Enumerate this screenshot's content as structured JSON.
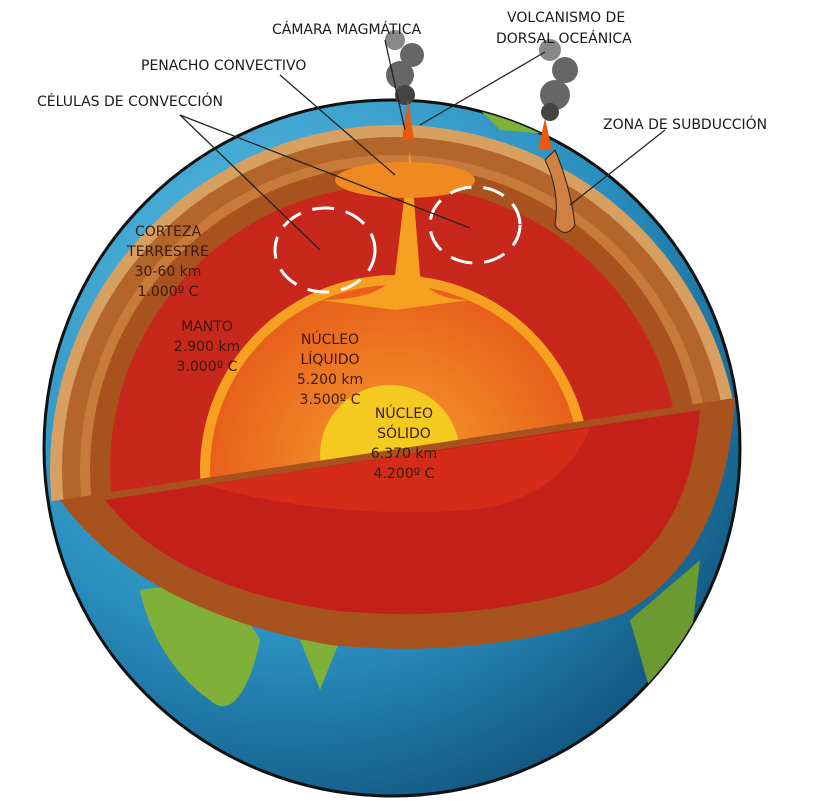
{
  "labels": {
    "camara": "CÁMARA MAGMÁTICA",
    "volcanismo_1": "VOLCANISMO DE",
    "volcanismo_2": "DORSAL OCEÁNICA",
    "penacho": "PENACHO CONVECTIVO",
    "celulas": "CÉLULAS DE CONVECCIÓN",
    "subduccion": "ZONA DE SUBDUCCIÓN"
  },
  "layers": {
    "corteza": [
      "CORTEZA",
      "TERRESTRE",
      "30-60 km",
      "1.000º C"
    ],
    "manto": [
      "MANTO",
      "2.900 km",
      "3.000º C"
    ],
    "nucleo_liquido": [
      "NÚCLEO",
      "LÍQUIDO",
      "5.200 km",
      "3.500º C"
    ],
    "nucleo_solido": [
      "NÚCLEO",
      "SÓLIDO",
      "6.370 km",
      "4.200º C"
    ]
  },
  "colors": {
    "ocean": "#2a8fbf",
    "land": "#7fb03a",
    "crust": "#b4652a",
    "mantle": "#c8281c",
    "outer_core": "#f07a1a",
    "inner_core": "#f4d020"
  }
}
